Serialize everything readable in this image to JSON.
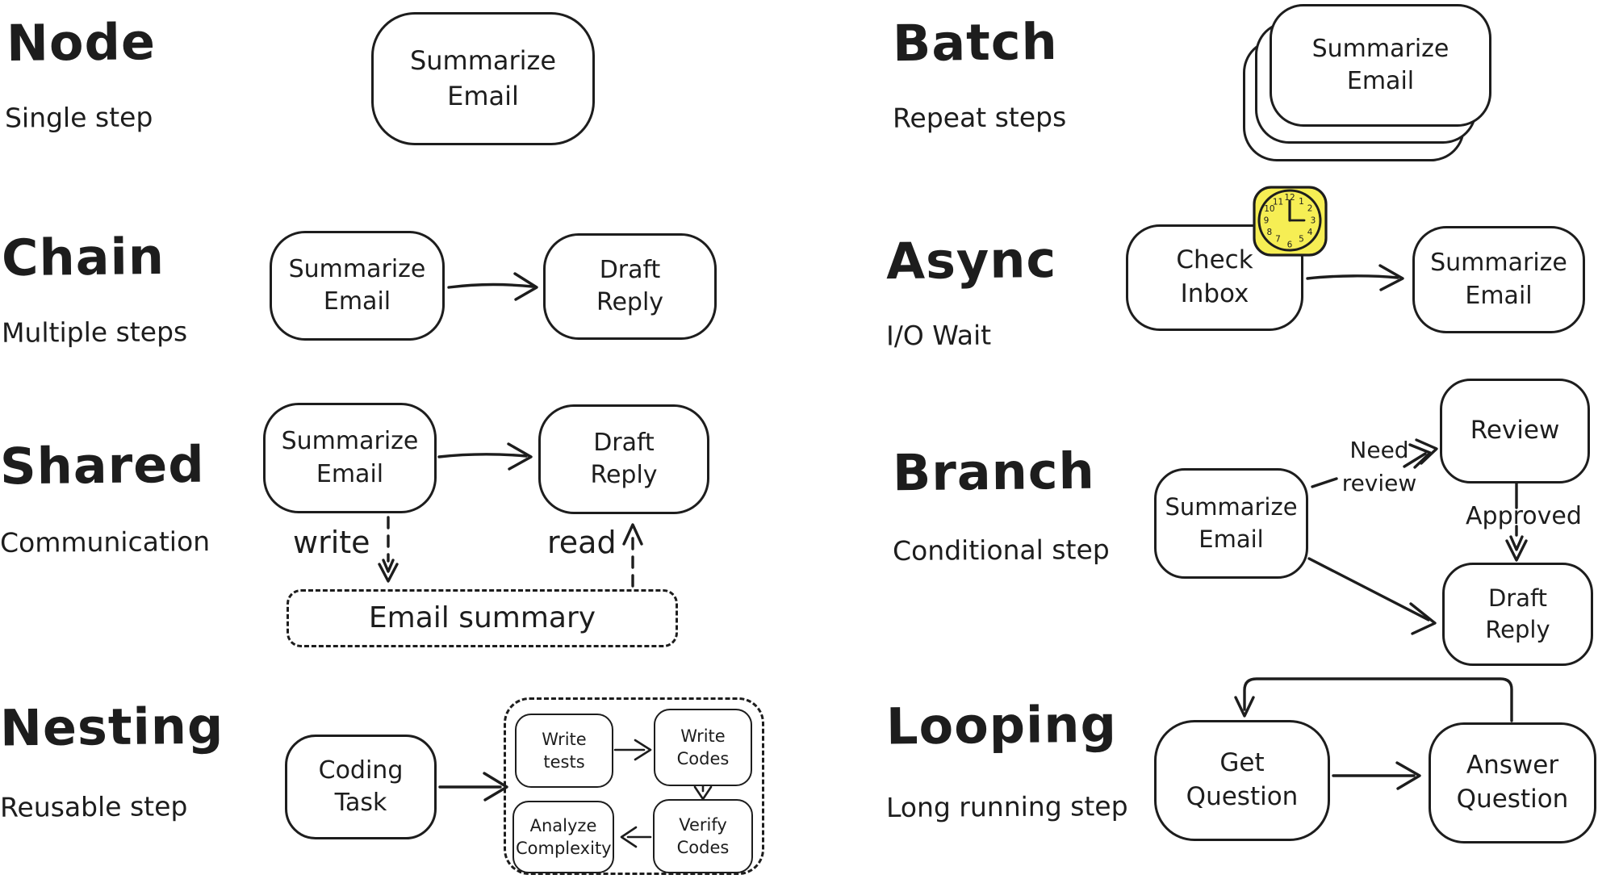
{
  "colors": {
    "ink": "#1d1d1d",
    "background": "#ffffff",
    "clock_fill": "#f6ee54"
  },
  "sections": {
    "node": {
      "title": "Node",
      "subtitle": "Single step",
      "box_summarize_email": "Summarize Email"
    },
    "chain": {
      "title": "Chain",
      "subtitle": "Multiple steps",
      "box_summarize_email": "Summarize Email",
      "box_draft_reply": "Draft Reply"
    },
    "shared": {
      "title": "Shared",
      "subtitle": "Communication",
      "box_summarize_email": "Summarize Email",
      "box_draft_reply": "Draft Reply",
      "box_email_summary": "Email summary",
      "label_write": "write",
      "label_read": "read"
    },
    "nesting": {
      "title": "Nesting",
      "subtitle": "Reusable step",
      "box_coding_task": "Coding Task",
      "box_write_tests": "Write tests",
      "box_write_codes": "Write Codes",
      "box_verify_codes": "Verify Codes",
      "box_analyze_complexity": "Analyze Complexity"
    },
    "batch": {
      "title": "Batch",
      "subtitle": "Repeat steps",
      "box_summarize_email": "Summarize Email"
    },
    "async": {
      "title": "Async",
      "subtitle": "I/O Wait",
      "box_check_inbox": "Check Inbox",
      "box_summarize_email": "Summarize Email",
      "clock_numerals": [
        "12",
        "1",
        "2",
        "3",
        "4",
        "5",
        "6",
        "7",
        "8",
        "9",
        "10",
        "11"
      ]
    },
    "branch": {
      "title": "Branch",
      "subtitle": "Conditional step",
      "box_summarize_email": "Summarize Email",
      "box_review": "Review",
      "box_draft_reply": "Draft Reply",
      "label_need_review": "Need review",
      "label_approved": "Approved"
    },
    "looping": {
      "title": "Looping",
      "subtitle": "Long running step",
      "box_get_question": "Get Question",
      "box_answer_question": "Answer Question"
    }
  }
}
